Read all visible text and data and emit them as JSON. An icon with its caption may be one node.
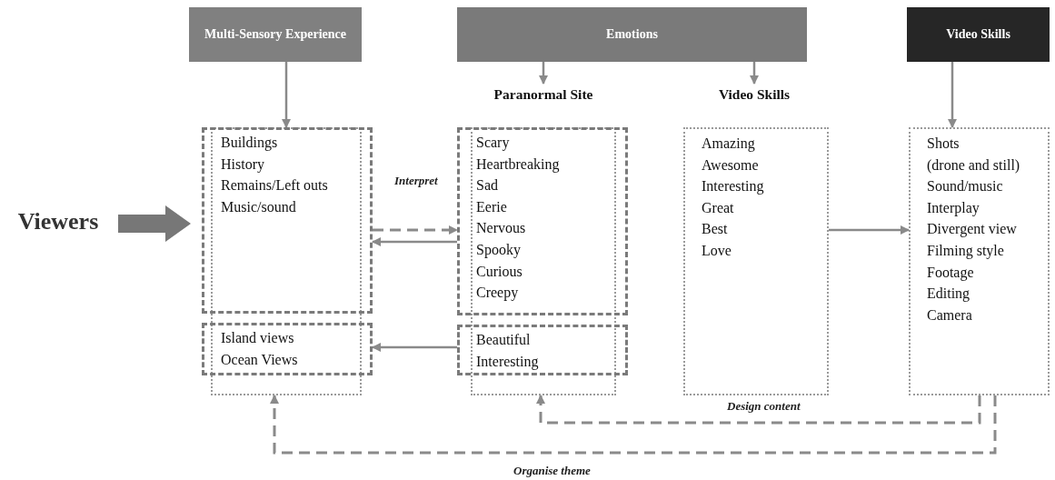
{
  "diagram": {
    "nodes": [
      {
        "text": [
          "Viewers"
        ]
      },
      {
        "text": [
          "Multi-Sensory Experience"
        ]
      },
      {
        "text": [
          "Emotions"
        ]
      },
      {
        "text": [
          "Video Skills"
        ]
      },
      {
        "text": [
          "Paranormal Site"
        ]
      },
      {
        "text": [
          "Video Skills"
        ]
      },
      {
        "text": [],
        "shape": "box"
      },
      {
        "text": [
          "Buildings",
          "History",
          "Remains/Left outs",
          "Music/sound"
        ]
      },
      {
        "text": [
          "Island views",
          "Ocean Views"
        ]
      },
      {
        "text": [],
        "shape": "box"
      },
      {
        "text": [
          "Scary",
          "Heartbreaking",
          "Sad",
          "Eerie",
          "Nervous",
          "Spooky",
          "Curious",
          "Creepy"
        ]
      },
      {
        "text": [
          "Beautiful",
          "Interesting"
        ]
      },
      {
        "text": [
          "Amazing",
          "Awesome",
          "Interesting",
          "Great",
          "Best",
          "Love"
        ]
      },
      {
        "text": [
          "Shots",
          "(drone and still)",
          "Sound/music",
          "Interplay",
          "Divergent view",
          "Filming style",
          "Footage",
          "Editing",
          "Camera"
        ]
      }
    ],
    "edges": [
      {
        "from": 0,
        "to": 6,
        "arrow": "to",
        "style": "thick"
      },
      {
        "from": 1,
        "to": 6,
        "arrow": "to"
      },
      {
        "from": 2,
        "to": 4,
        "arrow": "to"
      },
      {
        "from": 2,
        "to": 5,
        "arrow": "to"
      },
      {
        "from": 3,
        "to": 13,
        "arrow": "to"
      },
      {
        "from": 7,
        "to": 10,
        "arrow": "to",
        "style": "dashed",
        "label": "Interpret"
      },
      {
        "from": 10,
        "to": 7,
        "arrow": "to"
      },
      {
        "from": 11,
        "to": 8,
        "arrow": "to"
      },
      {
        "from": 12,
        "to": 13,
        "arrow": "to"
      },
      {
        "from": 13,
        "to": 9,
        "arrow": "to",
        "style": "dashed",
        "label": "Design content"
      },
      {
        "from": 13,
        "to": 6,
        "arrow": "to",
        "style": "dashed",
        "label": "Organise theme"
      }
    ]
  }
}
